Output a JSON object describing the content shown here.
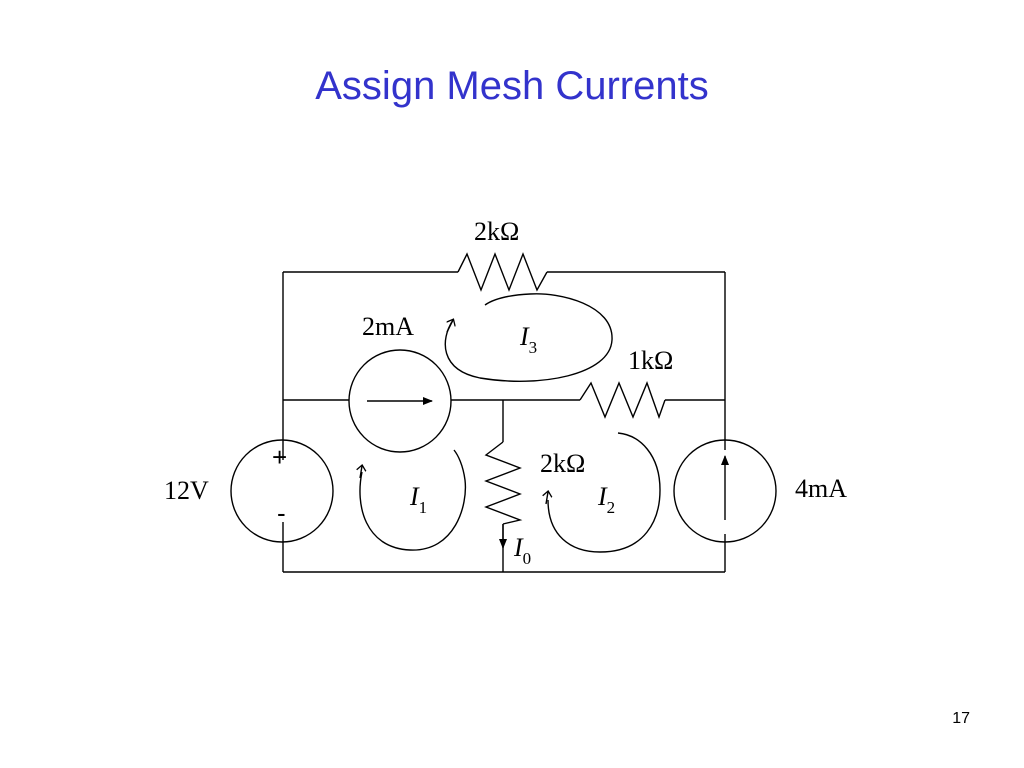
{
  "slide": {
    "title": "Assign Mesh Currents",
    "page_number": "17"
  },
  "circuit": {
    "components": {
      "resistor_top": "2kΩ",
      "resistor_right": "1kΩ",
      "resistor_middle": "2kΩ",
      "current_source_top": "2mA",
      "voltage_source": "12V",
      "voltage_plus": "+",
      "voltage_minus": "-",
      "current_source_right": "4mA"
    },
    "mesh_currents": {
      "i1": {
        "symbol": "I",
        "subscript": "1"
      },
      "i2": {
        "symbol": "I",
        "subscript": "2"
      },
      "i3": {
        "symbol": "I",
        "subscript": "3"
      },
      "i0": {
        "symbol": "I",
        "subscript": "0"
      }
    }
  }
}
